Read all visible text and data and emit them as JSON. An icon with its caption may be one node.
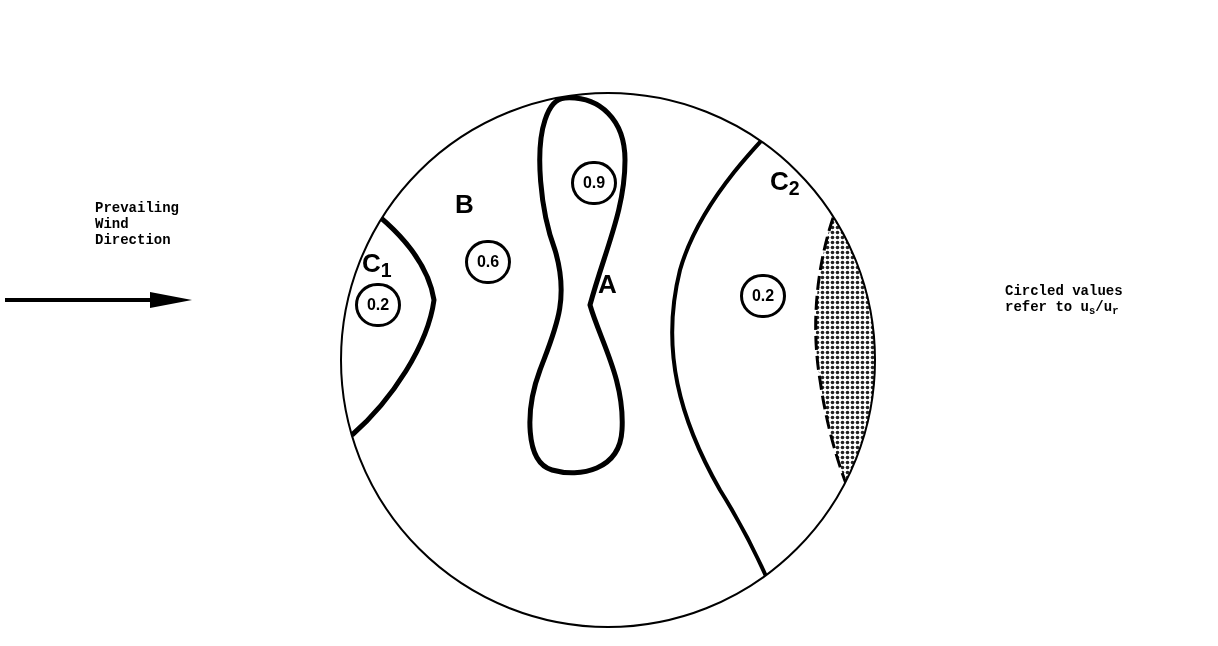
{
  "diagram": {
    "nodes": [
      {
        "text": [],
        "shape": "circle"
      },
      {
        "text": [
          "0.9"
        ],
        "in": 0
      },
      {
        "text": [
          "0.6"
        ],
        "in": 0
      },
      {
        "text": [
          "0.2"
        ],
        "in": 0
      },
      {
        "text": [
          "0.2"
        ],
        "in": 0
      }
    ],
    "labels": [
      "Prevailing Wind Direction",
      "B",
      "A",
      "C$_{1}$",
      "C$_{2}$",
      "Circled values refer to u$_{s}$/u$_{r}$"
    ]
  }
}
